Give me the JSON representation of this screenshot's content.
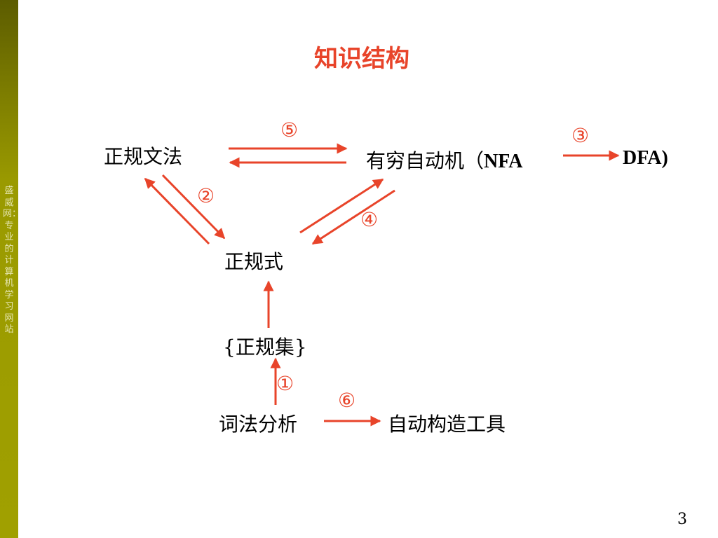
{
  "sidebar": {
    "text": "盛威网：专业的计算机学习网站"
  },
  "title": "知识结构",
  "nodes": {
    "regular_grammar": "正规文法",
    "finite_automaton": "有穷自动机（",
    "nfa": "NFA",
    "dfa": "DFA)",
    "regular_expression": "正规式",
    "regular_set": "{正规集}",
    "lexical_analysis": "词法分析",
    "auto_tools": "自动构造工具"
  },
  "labels": {
    "one": "①",
    "two": "②",
    "three": "③",
    "four": "④",
    "five": "⑤",
    "six": "⑥"
  },
  "page_number": "3",
  "colors": {
    "accent": "#e8442a",
    "sidebar": "#8c8c00"
  }
}
